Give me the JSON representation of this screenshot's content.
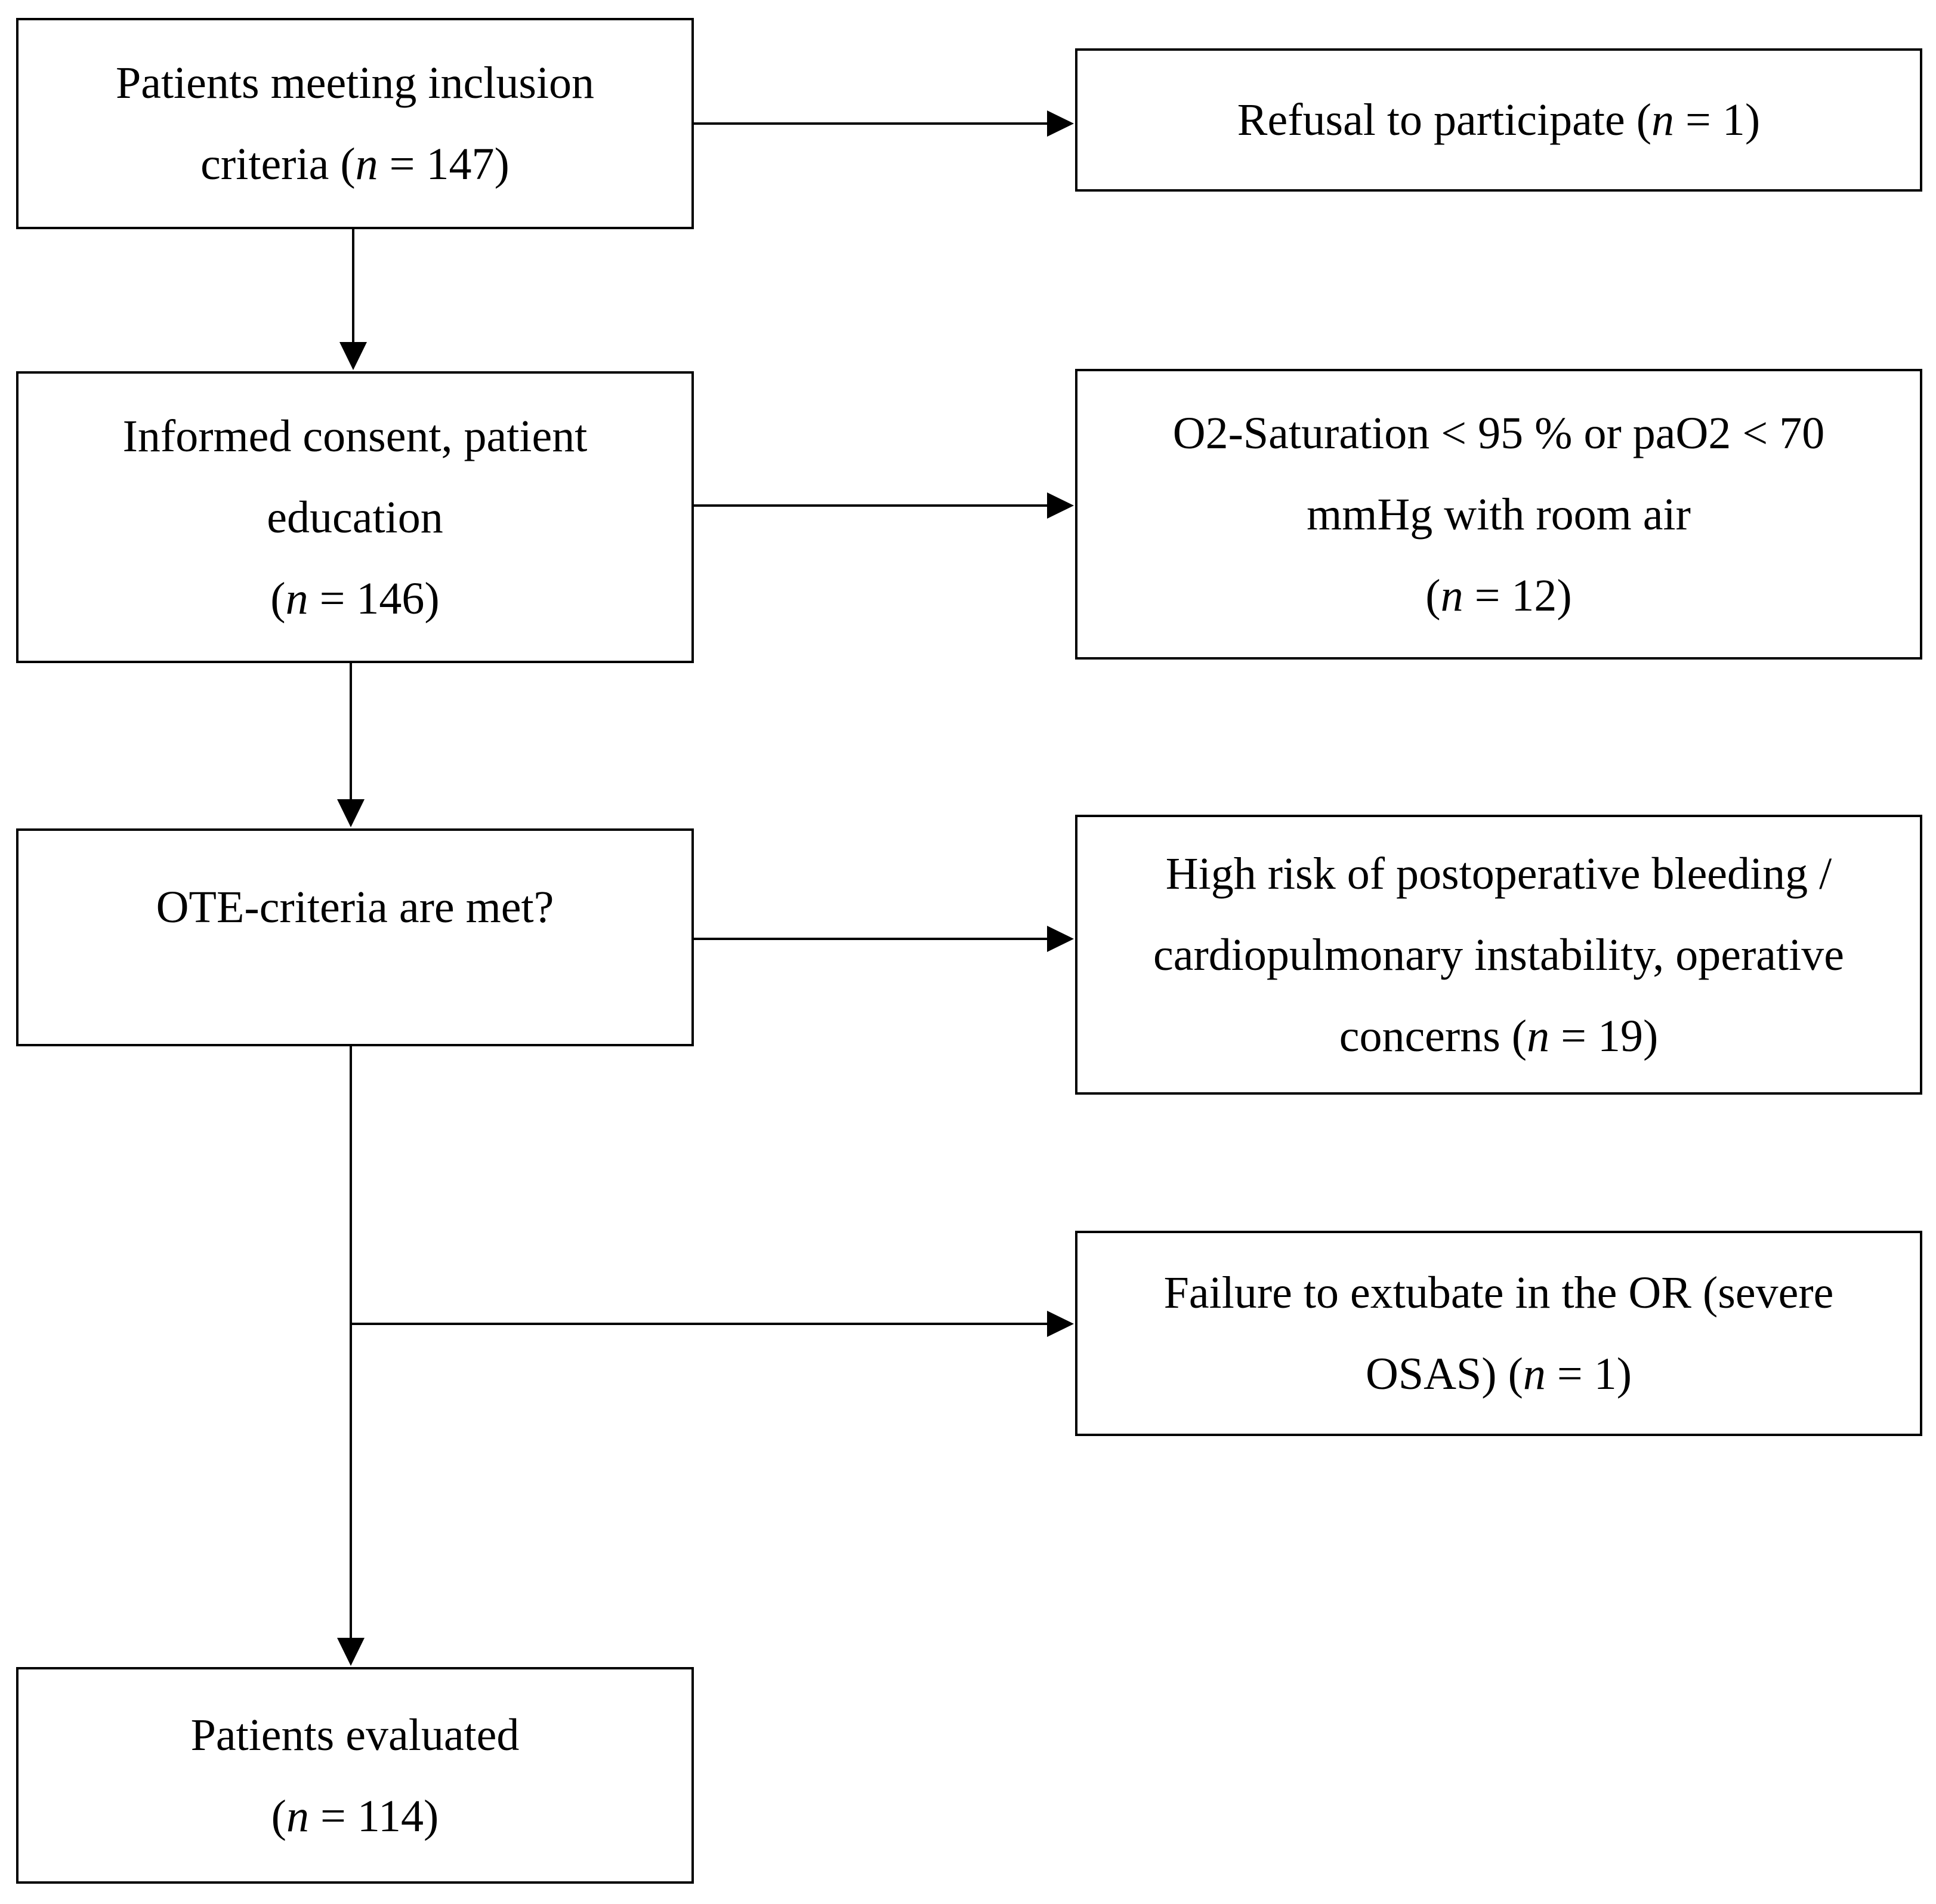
{
  "flowchart": {
    "main": {
      "inclusion": {
        "line1": "Patients meeting inclusion",
        "line2_pre": "criteria (",
        "n_symbol": "n",
        "line2_post": " = 147)"
      },
      "consent": {
        "line1": "Informed consent, patient",
        "line2": "education",
        "line3_pre": "(",
        "n_symbol": "n",
        "line3_post": " = 146)"
      },
      "ote": {
        "line1": "OTE-criteria are met?"
      },
      "evaluated": {
        "line1": "Patients evaluated",
        "line2_pre": "(",
        "n_symbol": "n",
        "line2_post": " = 114)"
      }
    },
    "exclusions": {
      "refusal": {
        "line1_pre": "Refusal to participate (",
        "n_symbol": "n",
        "line1_post": " = 1)"
      },
      "saturation": {
        "line1": "O2-Saturation < 95 % or paO2 < 70",
        "line2": "mmHg with room air",
        "line3_pre": "(",
        "n_symbol": "n",
        "line3_post": " = 12)"
      },
      "bleeding": {
        "line1": "High risk of postoperative bleeding /",
        "line2": "cardiopulmonary instability, operative",
        "line3_pre": "concerns (",
        "n_symbol": "n",
        "line3_post": " = 19)"
      },
      "extubation": {
        "line1": "Failure to extubate in the OR (severe",
        "line2_pre": "OSAS) (",
        "n_symbol": "n",
        "line2_post": " = 1)"
      }
    }
  }
}
